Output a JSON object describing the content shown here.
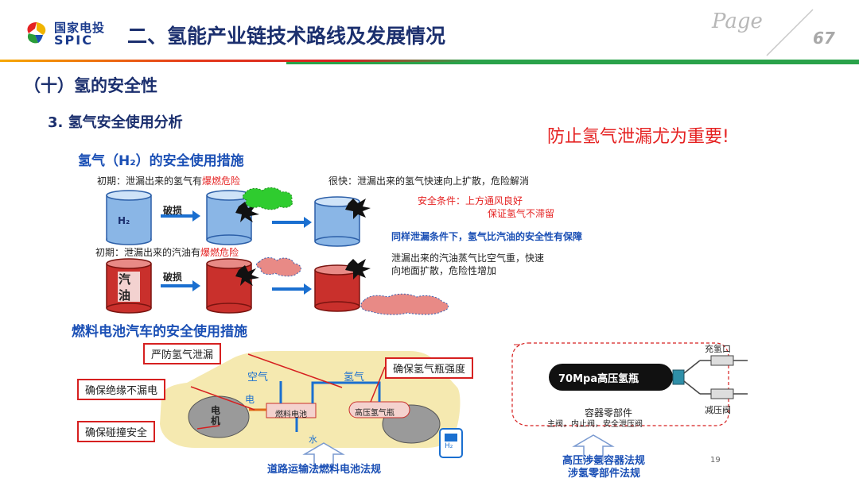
{
  "header": {
    "logo_cn": "国家电投",
    "logo_en": "SPIC",
    "title": "二、氢能产业链技术路线及发展情况",
    "page_word": "Page",
    "page_number": "67"
  },
  "section_title": "（十）氢的安全性",
  "subsection_title": "3. 氢气安全使用分析",
  "warning": "防止氢气泄漏尤为重要!",
  "h2_measures": {
    "heading": "氢气（H₂）的安全使用措施",
    "early_h2_prefix": "初期：泄漏出来的氢气有",
    "early_h2_danger": "爆燃危险",
    "quick_text": "很快：泄漏出来的氢气快速向上扩散，危险解消",
    "safety_line1": "安全条件：上方通风良好",
    "safety_line2": "保证氢气不滞留",
    "compare_text": "同样泄漏条件下，氢气比汽油的安全性有保障",
    "early_gas_prefix": "初期：泄漏出来的汽油有",
    "early_gas_danger": "爆燃危险",
    "gas_desc_line1": "泄漏出来的汽油蒸气比空气重，快速",
    "gas_desc_line2": "向地面扩散，危险性增加",
    "damage_label": "破损",
    "h2_label": "H₂",
    "gasoline_label_1": "汽",
    "gasoline_label_2": "油"
  },
  "fcv_measures": {
    "heading": "燃料电池汽车的安全使用措施",
    "prevent_leak": "严防氢气泄漏",
    "insulation": "确保绝缘不漏电",
    "collision": "确保碰撞安全",
    "bottle_strength": "确保氢气瓶强度",
    "air": "空气",
    "hydrogen": "氢气",
    "electric": "电",
    "motor_1": "电",
    "motor_2": "机",
    "fuel_cell": "燃料电池",
    "hp_tank": "高压氢气瓶",
    "water": "水",
    "h2_station": "H₂",
    "road_law": "道路运输法燃料电池法规"
  },
  "tank_detail": {
    "tank_label": "70Mpa高压氢瓶",
    "fill_port": "充氢口",
    "reducer": "减压阀",
    "parts_title": "容器零部件",
    "parts_desc": "主阀，内止阀，安全泄压阀",
    "law_line1": "高压涉氢容器法规",
    "law_line2": "涉氢零部件法规"
  },
  "slide_number": "19"
}
